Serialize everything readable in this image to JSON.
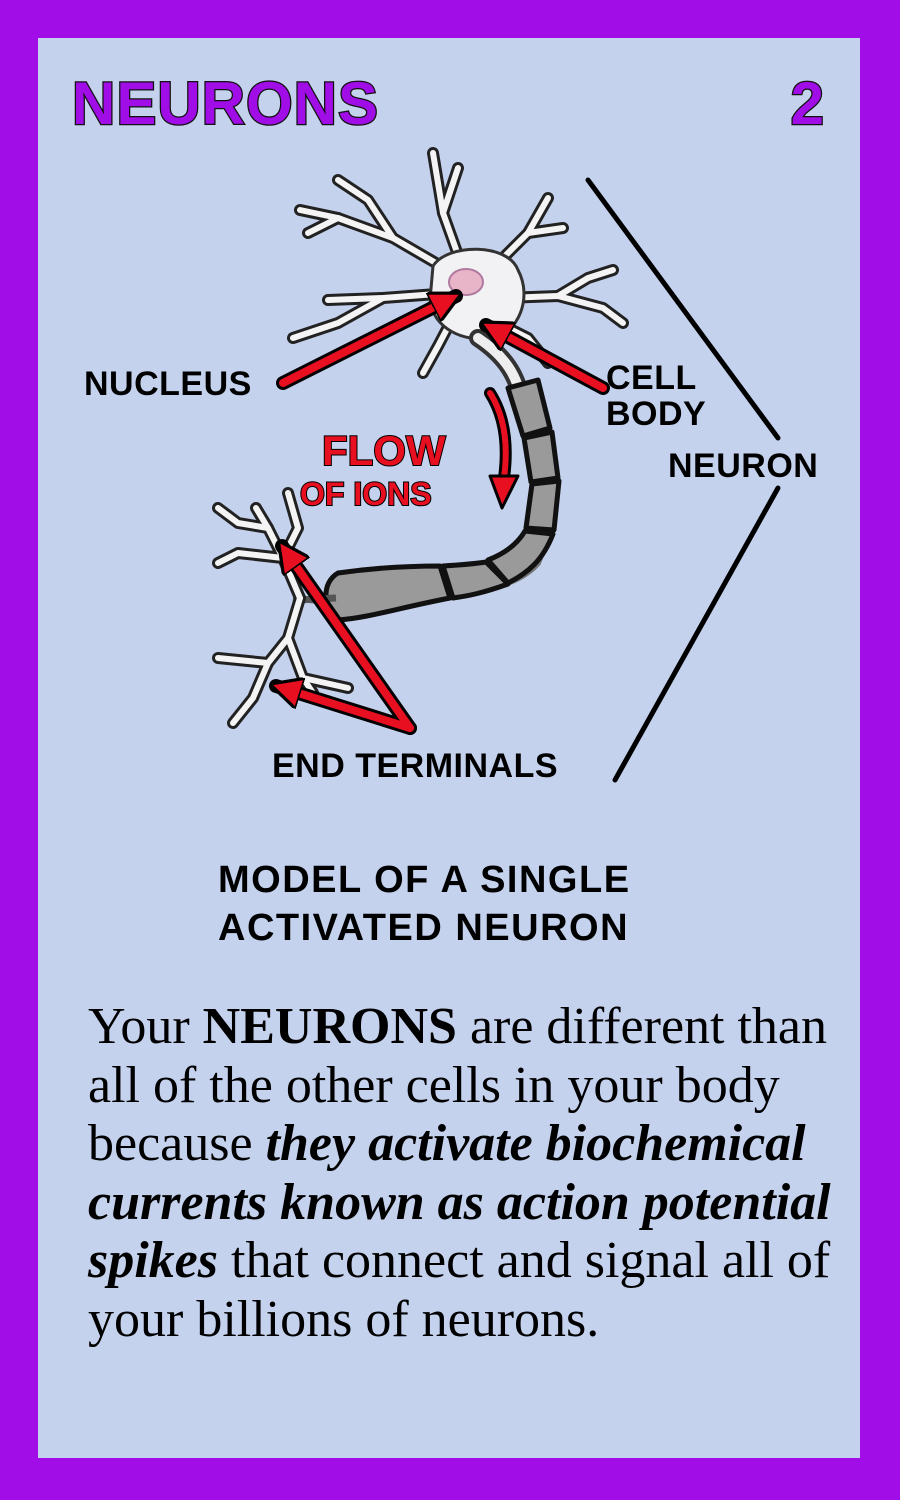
{
  "card": {
    "title": "NEURONS",
    "number": "2"
  },
  "diagram": {
    "labels": {
      "nucleus": "NUCLEUS",
      "cell_body_line1": "CELL",
      "cell_body_line2": "BODY",
      "neuron": "NEURON",
      "end_terminals": "END TERMINALS",
      "flow_line1": "FLOW",
      "flow_line2": "OF IONS"
    },
    "colors": {
      "arrow": "#e81020",
      "frame": "#a00de6",
      "background": "#c5d2ee"
    }
  },
  "caption": {
    "line1": "MODEL OF A SINGLE",
    "line2": "ACTIVATED NEURON"
  },
  "body": {
    "p1": "Your ",
    "p2": "NEURONS",
    "p3": " are different than all of the other cells in your body because ",
    "p4": "they activate biochemical currents known as action potential spikes",
    "p5": " that connect and signal all of your billions of neurons."
  }
}
